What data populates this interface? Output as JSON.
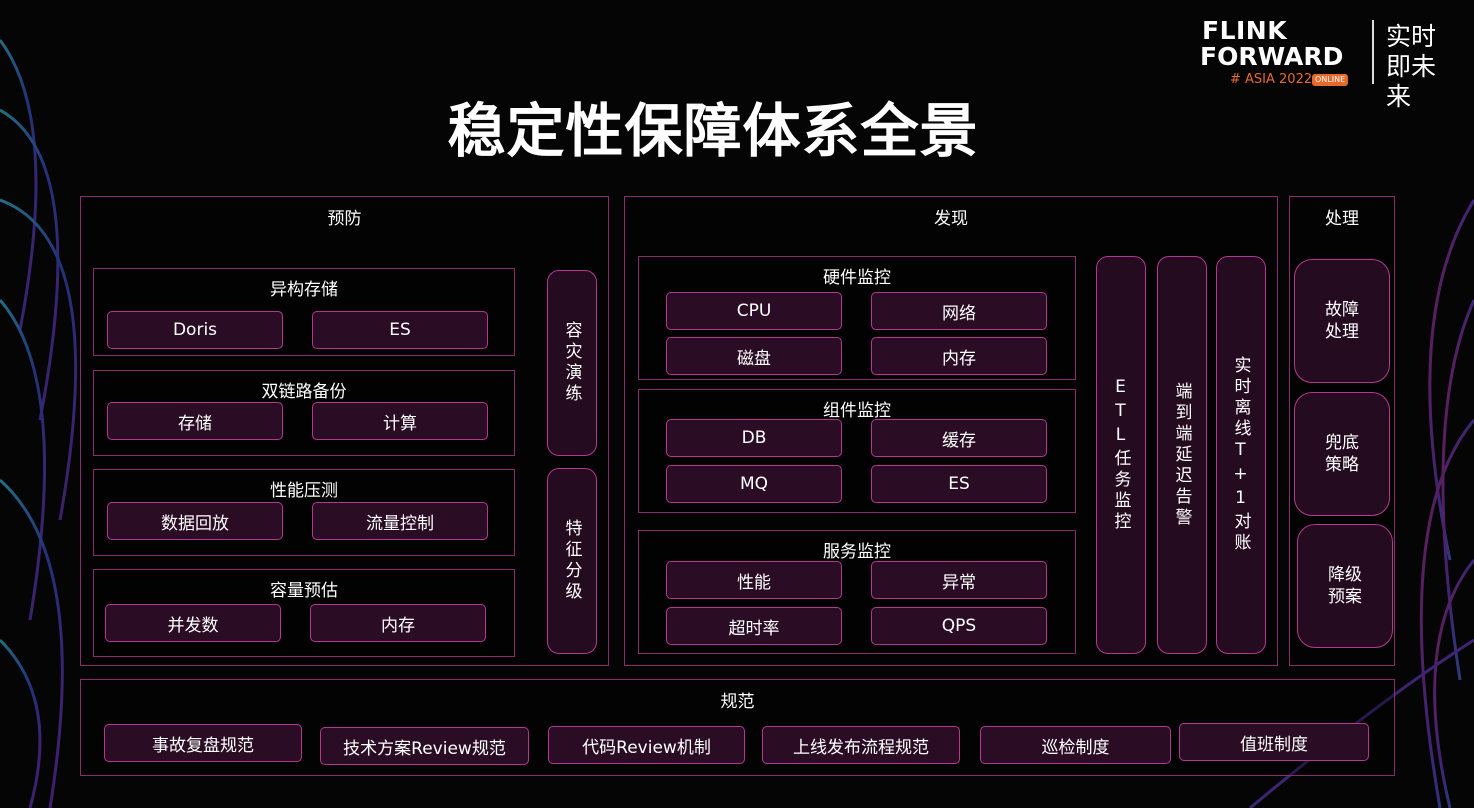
{
  "header": {
    "title": "稳定性保障体系全景",
    "logo": {
      "line1": "FLINK",
      "line2": "FORWARD",
      "event": "# ASIA 2022",
      "badge": "ONLINE",
      "slogan": "实时即未来"
    }
  },
  "prevention": {
    "title": "预防",
    "groups": [
      {
        "title": "异构存储",
        "items": [
          "Doris",
          "ES"
        ]
      },
      {
        "title": "双链路备份",
        "items": [
          "存储",
          "计算"
        ]
      },
      {
        "title": "性能压测",
        "items": [
          "数据回放",
          "流量控制"
        ]
      },
      {
        "title": "容量预估",
        "items": [
          "并发数",
          "内存"
        ]
      }
    ],
    "side": [
      "容灾演练",
      "特征分级"
    ]
  },
  "discovery": {
    "title": "发现",
    "groups": [
      {
        "title": "硬件监控",
        "items": [
          "CPU",
          "网络",
          "磁盘",
          "内存"
        ]
      },
      {
        "title": "组件监控",
        "items": [
          "DB",
          "缓存",
          "MQ",
          "ES"
        ]
      },
      {
        "title": "服务监控",
        "items": [
          "性能",
          "异常",
          "超时率",
          "QPS"
        ]
      }
    ],
    "side": [
      "ETL任务监控",
      "端到端延迟告警",
      "实时离线T+1对账"
    ]
  },
  "handling": {
    "title": "处理",
    "items": [
      "故障处理",
      "兜底策略",
      "降级预案"
    ]
  },
  "standards": {
    "title": "规范",
    "items": [
      "事故复盘规范",
      "技术方案Review规范",
      "代码Review机制",
      "上线发布流程规范",
      "巡检制度",
      "值班制度"
    ]
  },
  "colors": {
    "background": "#050505",
    "border": "#8a2b6e",
    "item_border": "#b5388e",
    "item_fill": "#2a0d24",
    "accent_orange": "#e86a2b"
  }
}
